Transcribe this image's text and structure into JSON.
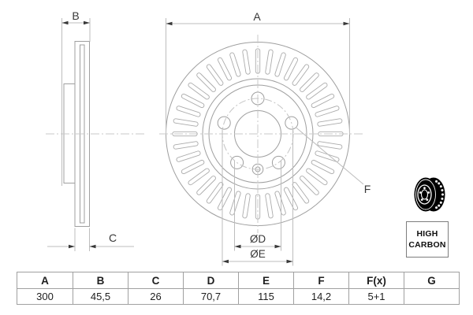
{
  "drawing": {
    "title_labels": {
      "dim_a": "A",
      "dim_b": "B",
      "dim_c": "C",
      "dim_d": "ØD",
      "dim_e": "ØE",
      "dim_f": "F"
    },
    "colors": {
      "object_line": "#9f9f9f",
      "slot_line": "#ababab",
      "dimension_line": "#bdbdbd",
      "center_line": "#c9c9c9",
      "arrow_and_text": "#383838",
      "badge_icon": "#000000",
      "table_border": "#a0a0a0",
      "table_text": "#1e1e1e"
    },
    "icons": {
      "badge_icon": "brake-disc-icon"
    }
  },
  "badge": {
    "line1": "HIGH",
    "line2": "CARBON"
  },
  "table": {
    "columns": [
      {
        "header": "A",
        "value": "300"
      },
      {
        "header": "B",
        "value": "45,5"
      },
      {
        "header": "C",
        "value": "26"
      },
      {
        "header": "D",
        "value": "70,7"
      },
      {
        "header": "E",
        "value": "115"
      },
      {
        "header": "F",
        "value": "14,2"
      },
      {
        "header": "F(x)",
        "value": "5+1"
      },
      {
        "header": "G",
        "value": ""
      }
    ]
  }
}
